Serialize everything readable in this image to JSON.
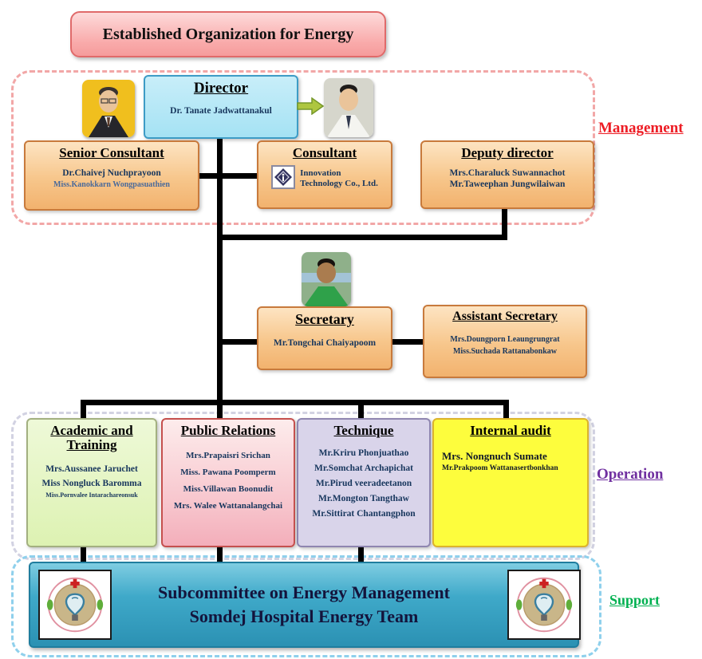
{
  "title": "Established Organization for Energy",
  "management": {
    "label": "Management",
    "director": {
      "title": "Director",
      "name": "Dr. Tanate  Jadwattanakul"
    },
    "senior_consultant": {
      "title": "Senior Consultant",
      "members": [
        "Dr.Chaivej Nuchprayoon",
        "Miss.Kanokkarn Wongpasuathien"
      ]
    },
    "consultant": {
      "title": "Consultant",
      "company_line1": "Innovation",
      "company_line2": "Technology Co., Ltd."
    },
    "deputy_director": {
      "title": "Deputy director",
      "members": [
        "Mrs.Charaluck  Suwannachot",
        "Mr.Taweephan  Jungwilaiwan"
      ]
    }
  },
  "secretary": {
    "title": "Secretary",
    "name": "Mr.Tongchai  Chaiyapoom"
  },
  "assistant_secretary": {
    "title": "Assistant Secretary",
    "members": [
      "Mrs.Doungporn  Leaungrungrat",
      "Miss.Suchada  Rattanabonkaw"
    ]
  },
  "operation": {
    "label": "Operation",
    "academic": {
      "title": "Academic and Training",
      "members": [
        "Mrs.Aussanee  Jaruchet",
        "Miss Nongluck  Baromma",
        "Miss.Pornvalee  Intarachareonsuk"
      ]
    },
    "public_relations": {
      "title": "Public Relations",
      "members": [
        "Mrs.Prapaisri  Srichan",
        "Miss. Pawana Poomperm",
        "Miss.Villawan  Boonudit",
        "Mrs. Walee  Wattanalangchai"
      ]
    },
    "technique": {
      "title": "Technique",
      "members": [
        "Mr.Kriru  Phonjuathao",
        "Mr.Somchat  Archapichat",
        "Mr.Pirud veeradeetanon",
        "Mr.Mongton  Tangthaw",
        "Mr.Sittirat Chantangphon"
      ]
    },
    "internal_audit": {
      "title": "Internal audit",
      "members": [
        "Mrs. Nongnuch Sumate",
        "Mr.Prakpoom  Wattanasertbonkhan"
      ]
    }
  },
  "support": {
    "label": "Support",
    "line1": "Subcommittee on Energy Management",
    "line2": "Somdej Hospital Energy Team"
  },
  "colors": {
    "title_box": "#f9aaaa",
    "management_label": "#ed1c24",
    "operation_label": "#7030a0",
    "support_label": "#00b050",
    "director_box": "#a5e2f4",
    "staff_box": "#f7c68b",
    "academic_box": "#e3f5c1",
    "public_relations_box": "#f8c9d0",
    "technique_box": "#d9d4ea",
    "internal_audit_box": "#fdfd3d",
    "support_box": "#3fa9c9",
    "connector": "#000000"
  }
}
